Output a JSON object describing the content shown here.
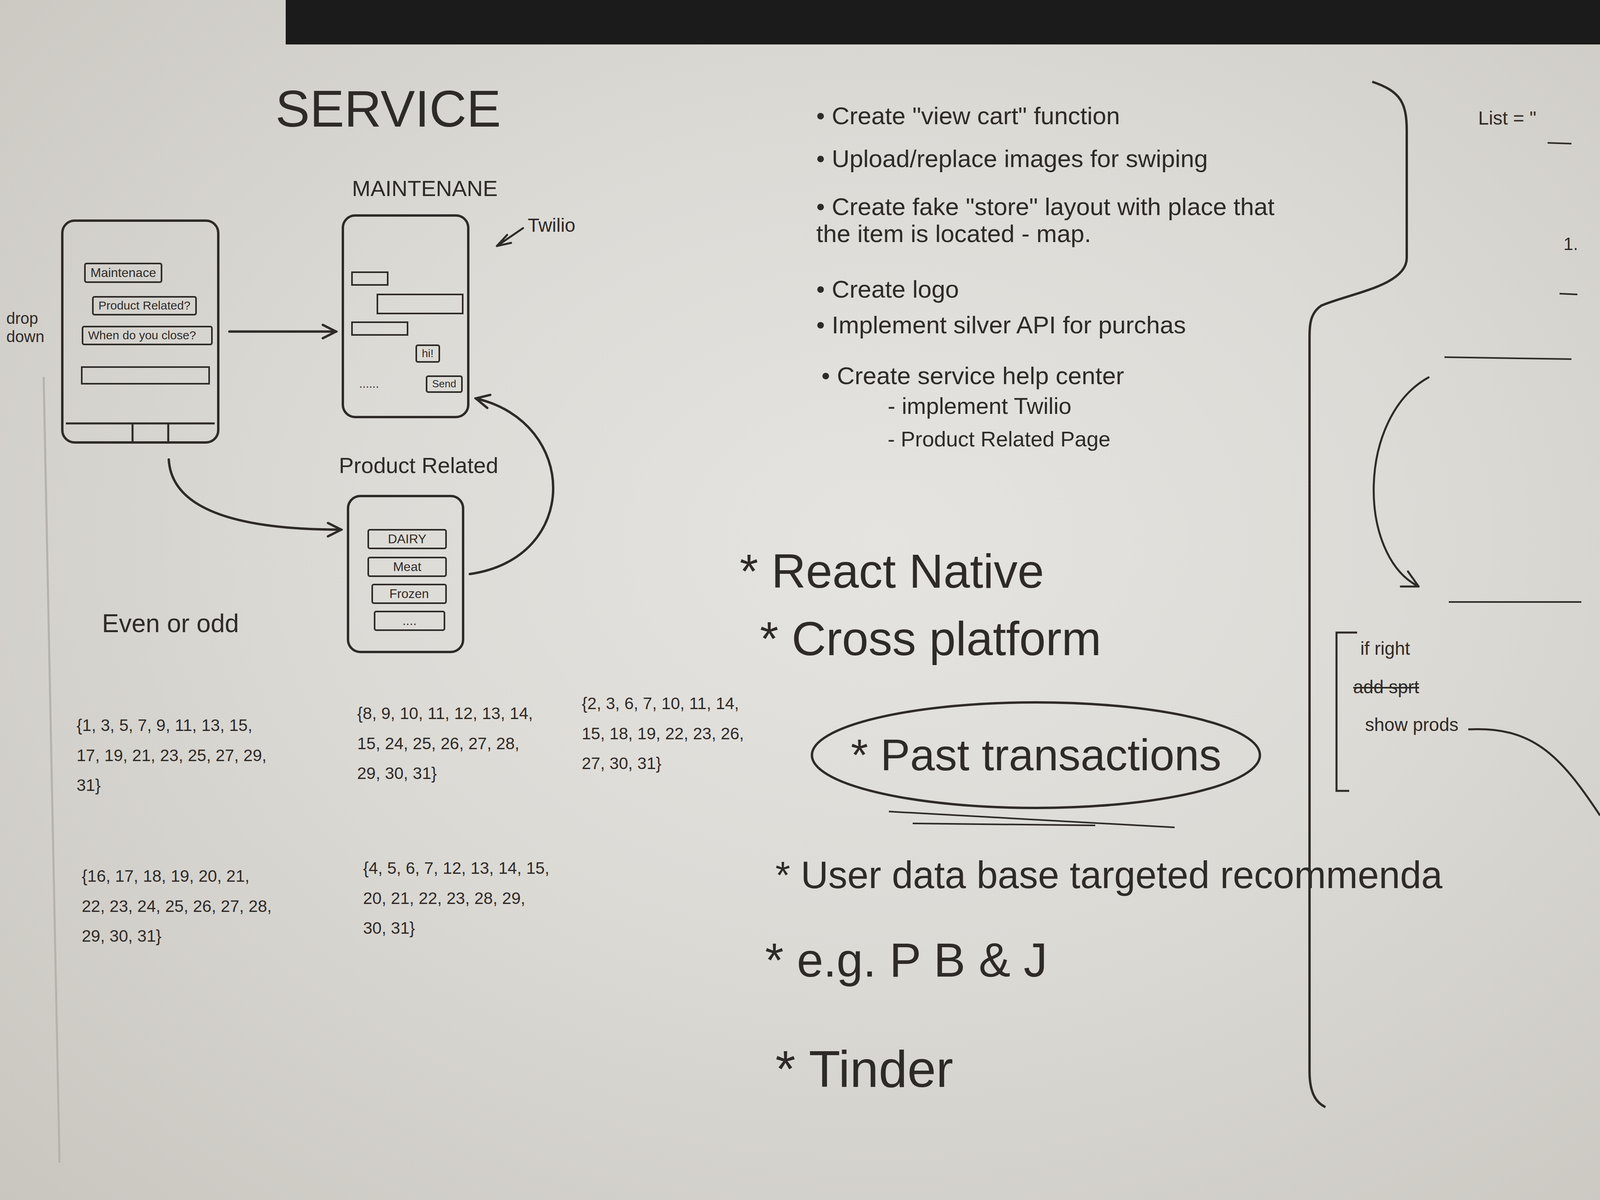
{
  "diagram": {
    "title": "SERVICE",
    "nodes": [
      {
        "text": [
          "drop down"
        ]
      },
      {
        "text": [
          "Maintenace"
        ],
        "in": 0
      },
      {
        "text": [
          "Product Related?"
        ],
        "in": 0
      },
      {
        "text": [
          "When do you close?"
        ],
        "in": 0
      },
      {
        "text": [
          "MAINTENANE"
        ]
      },
      {
        "text": [
          "hi!"
        ],
        "in": 4
      },
      {
        "text": [
          "Send"
        ],
        "in": 4
      },
      {
        "text": [
          "Product Related"
        ]
      },
      {
        "text": [
          "DAIRY"
        ],
        "in": 7
      },
      {
        "text": [
          "Meat"
        ],
        "in": 7
      },
      {
        "text": [
          "Frozen"
        ],
        "in": 7
      },
      {
        "text": [
          "...."
        ],
        "in": 7
      },
      {
        "text": [
          "* Past transactions"
        ]
      }
    ],
    "edges": [
      {
        "from": 0,
        "to": 4,
        "arrow": "to"
      },
      {
        "from": 0,
        "to": 7,
        "arrow": "to"
      },
      {
        "from": 7,
        "to": 4,
        "arrow": "to"
      }
    ],
    "labels": [
      "Twilio",
      "......",
      "Even or odd",
      "{1, 3, 5, 7, 9, 11, 13, 15, 17, 19, 21, 23, 25, 27, 29, 31}",
      "{16, 17, 18, 19, 20, 21, 22, 23, 24, 25, 26, 27, 28, 29, 30, 31}",
      "{8, 9, 10, 11, 12, 13, 14, 15, 24, 25, 26, 27, 28, 29, 30, 31}",
      "{4, 5, 6, 7, 12, 13, 14, 15, 20, 21, 22, 23, 28, 29, 30, 31}",
      "{2, 3, 6, 7, 10, 11, 14, 15, 18, 19, 22, 23, 26, 27, 30, 31}",
      "• Create \"view cart\" function",
      "• Upload/replace images for swiping",
      "• Create fake \"store\" layout with place that the item is located - map.",
      "• Create logo",
      "• Implement silver API for purchas",
      "• Create service help center",
      "- implement Twilio",
      "- Product Related Page",
      "* React Native",
      "* Cross platform",
      "* User data base targeted recommenda",
      "* e.g. P B & J",
      "* Tinder",
      "List = \"",
      "1.",
      "if right",
      "add sprt",
      "show prods"
    ]
  }
}
